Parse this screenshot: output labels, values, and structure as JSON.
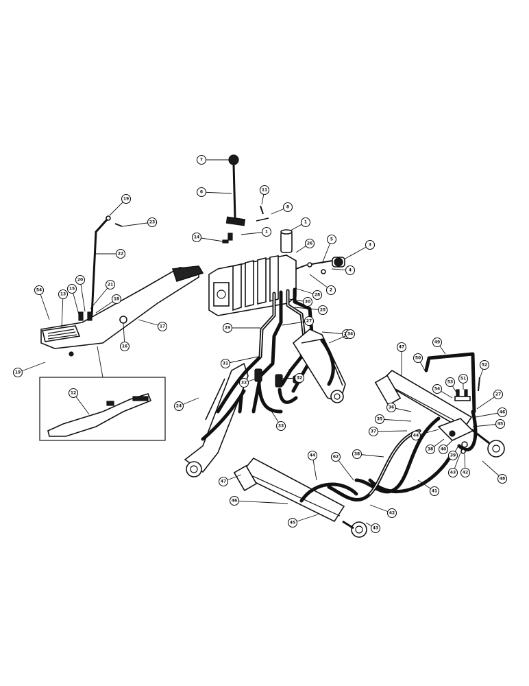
{
  "diagram": {
    "callouts": [
      {
        "id": "c7a",
        "label": "7"
      },
      {
        "id": "c6",
        "label": "6"
      },
      {
        "id": "c11",
        "label": "11"
      },
      {
        "id": "c8",
        "label": "8"
      },
      {
        "id": "c1a",
        "label": "1"
      },
      {
        "id": "c1b",
        "label": "1"
      },
      {
        "id": "c14",
        "label": "14"
      },
      {
        "id": "c26",
        "label": "26"
      },
      {
        "id": "c5",
        "label": "5"
      },
      {
        "id": "c3",
        "label": "3"
      },
      {
        "id": "c4",
        "label": "4"
      },
      {
        "id": "c2",
        "label": "2"
      },
      {
        "id": "c28",
        "label": "28"
      },
      {
        "id": "c30",
        "label": "30"
      },
      {
        "id": "c25",
        "label": "25"
      },
      {
        "id": "c27",
        "label": "27"
      },
      {
        "id": "c29",
        "label": "29"
      },
      {
        "id": "c24a",
        "label": "24"
      },
      {
        "id": "c24b",
        "label": "24"
      },
      {
        "id": "c31",
        "label": "31"
      },
      {
        "id": "c32a",
        "label": "32"
      },
      {
        "id": "c32b",
        "label": "32"
      },
      {
        "id": "c33",
        "label": "33"
      },
      {
        "id": "c34",
        "label": "34"
      },
      {
        "id": "c19t",
        "label": "19"
      },
      {
        "id": "c23",
        "label": "23"
      },
      {
        "id": "c22",
        "label": "22"
      },
      {
        "id": "c20",
        "label": "20"
      },
      {
        "id": "c21",
        "label": "21"
      },
      {
        "id": "c18",
        "label": "18"
      },
      {
        "id": "c15",
        "label": "15"
      },
      {
        "id": "c13",
        "label": "13"
      },
      {
        "id": "c54",
        "label": "54"
      },
      {
        "id": "c17",
        "label": "17"
      },
      {
        "id": "c16",
        "label": "16"
      },
      {
        "id": "c19b",
        "label": "19"
      },
      {
        "id": "c12",
        "label": "12"
      },
      {
        "id": "c47a",
        "label": "47"
      },
      {
        "id": "c50",
        "label": "50"
      },
      {
        "id": "c49",
        "label": "49"
      },
      {
        "id": "c52",
        "label": "52"
      },
      {
        "id": "c53",
        "label": "53"
      },
      {
        "id": "c51",
        "label": "51"
      },
      {
        "id": "c54r",
        "label": "54"
      },
      {
        "id": "c27r",
        "label": "27"
      },
      {
        "id": "c36",
        "label": "36"
      },
      {
        "id": "c46a",
        "label": "46"
      },
      {
        "id": "c45a",
        "label": "45"
      },
      {
        "id": "c35",
        "label": "35"
      },
      {
        "id": "c44a",
        "label": "44"
      },
      {
        "id": "c37",
        "label": "37"
      },
      {
        "id": "c38a",
        "label": "38"
      },
      {
        "id": "c40",
        "label": "40"
      },
      {
        "id": "c39",
        "label": "39"
      },
      {
        "id": "c43",
        "label": "43"
      },
      {
        "id": "c42a",
        "label": "42"
      },
      {
        "id": "c48",
        "label": "48"
      },
      {
        "id": "c38b",
        "label": "38"
      },
      {
        "id": "c44b",
        "label": "44"
      },
      {
        "id": "c41",
        "label": "41"
      },
      {
        "id": "c47b",
        "label": "47"
      },
      {
        "id": "c62",
        "label": "62"
      },
      {
        "id": "c46b",
        "label": "46"
      },
      {
        "id": "c42b",
        "label": "42"
      },
      {
        "id": "c45b",
        "label": "45"
      },
      {
        "id": "c43b",
        "label": "43"
      }
    ]
  }
}
